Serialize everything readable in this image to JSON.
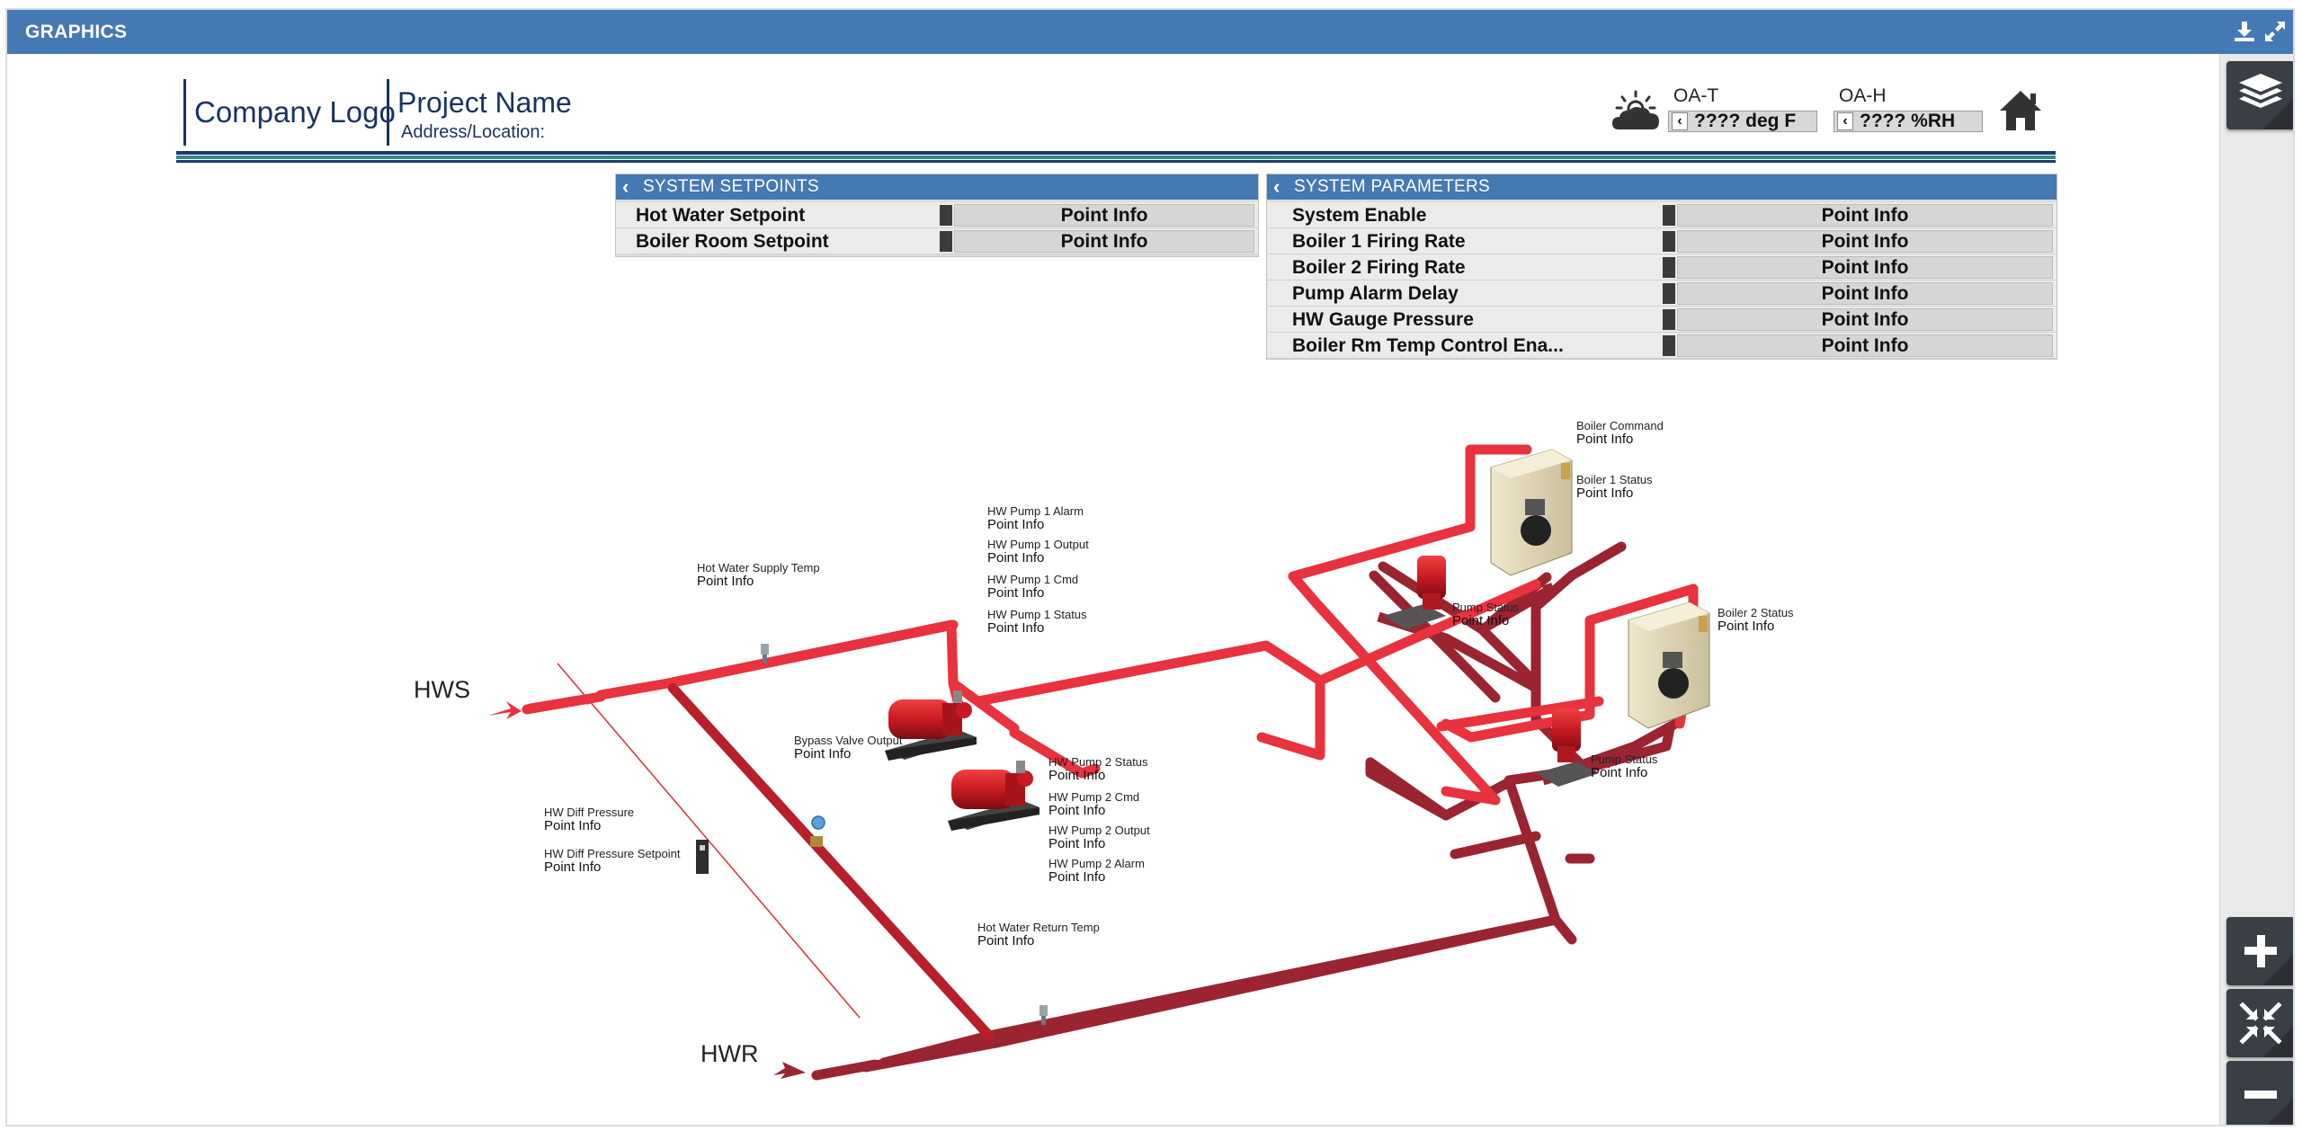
{
  "window": {
    "title": "GRAPHICS"
  },
  "header": {
    "logo": "Company Logo",
    "project_name": "Project Name",
    "address": "Address/Location:",
    "oa_t": {
      "label": "OA-T",
      "value": "???? deg F"
    },
    "oa_h": {
      "label": "OA-H",
      "value": "???? %RH"
    }
  },
  "system_setpoints": {
    "title": "SYSTEM SETPOINTS",
    "rows": [
      {
        "label": "Hot Water Setpoint",
        "value": "Point Info"
      },
      {
        "label": "Boiler Room Setpoint",
        "value": "Point Info"
      }
    ]
  },
  "system_parameters": {
    "title": "SYSTEM PARAMETERS",
    "rows": [
      {
        "label": "System Enable",
        "value": "Point Info"
      },
      {
        "label": "Boiler 1 Firing Rate",
        "value": "Point Info"
      },
      {
        "label": "Boiler 2 Firing Rate",
        "value": "Point Info"
      },
      {
        "label": "Pump Alarm Delay",
        "value": "Point Info"
      },
      {
        "label": "HW Gauge Pressure",
        "value": "Point Info"
      },
      {
        "label": "Boiler Rm Temp Control Ena...",
        "value": "Point Info"
      }
    ]
  },
  "diagram": {
    "hws": "HWS",
    "hwr": "HWR",
    "points": {
      "hw_supply_temp": {
        "label": "Hot Water Supply Temp",
        "value": "Point Info"
      },
      "pump1_alarm": {
        "label": "HW Pump 1 Alarm",
        "value": "Point Info"
      },
      "pump1_output": {
        "label": "HW Pump 1 Output",
        "value": "Point Info"
      },
      "pump1_cmd": {
        "label": "HW Pump 1 Cmd",
        "value": "Point Info"
      },
      "pump1_status": {
        "label": "HW Pump 1 Status",
        "value": "Point Info"
      },
      "bypass_valve": {
        "label": "Bypass Valve Output",
        "value": "Point Info"
      },
      "pump2_status": {
        "label": "HW Pump 2 Status",
        "value": "Point Info"
      },
      "pump2_cmd": {
        "label": "HW Pump 2 Cmd",
        "value": "Point Info"
      },
      "pump2_output": {
        "label": "HW Pump 2 Output",
        "value": "Point Info"
      },
      "pump2_alarm": {
        "label": "HW Pump 2 Alarm",
        "value": "Point Info"
      },
      "hw_diff_pressure": {
        "label": "HW Diff Pressure",
        "value": "Point Info"
      },
      "hw_diff_pressure_sp": {
        "label": "HW Diff Pressure Setpoint",
        "value": "Point Info"
      },
      "hw_return_temp": {
        "label": "Hot Water Return Temp",
        "value": "Point Info"
      },
      "boiler_command": {
        "label": "Boiler Command",
        "value": "Point Info"
      },
      "boiler1_status": {
        "label": "Boiler 1 Status",
        "value": "Point Info"
      },
      "boiler2_status": {
        "label": "Boiler 2 Status",
        "value": "Point Info"
      },
      "pump_status_1": {
        "label": "Pump Status",
        "value": "Point Info"
      },
      "pump_status_2": {
        "label": "Pump Status",
        "value": "Point Info"
      }
    }
  },
  "icons": {
    "download": "download-icon",
    "expand": "expand-icon",
    "layers": "layers-icon",
    "zoom_in": "plus-icon",
    "fit": "compress-icon",
    "zoom_out": "minus-icon",
    "weather": "cloudy-sun-icon",
    "home": "home-icon"
  },
  "colors": {
    "titlebar": "#4579b3",
    "supply_pipe": "#e8323d",
    "return_pipe": "#9b2431",
    "brand": "#18335f"
  }
}
